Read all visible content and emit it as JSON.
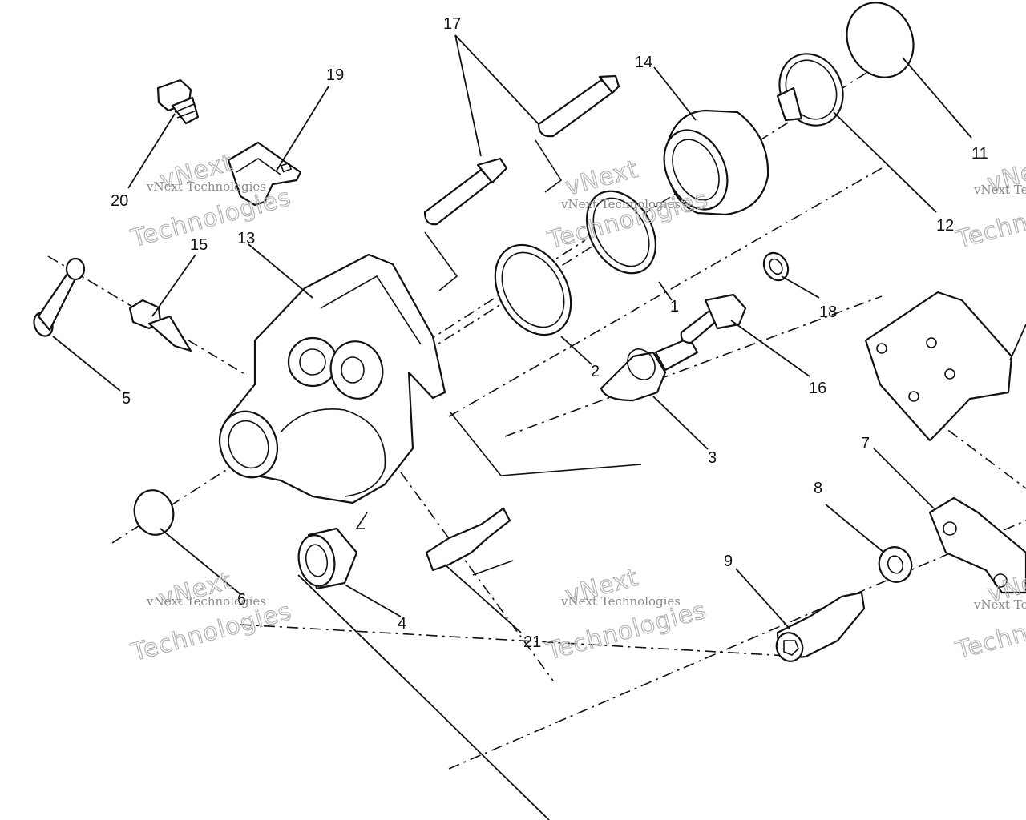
{
  "diagram": {
    "callouts": [
      {
        "id": "c1",
        "text": "1"
      },
      {
        "id": "c2",
        "text": "2"
      },
      {
        "id": "c3",
        "text": "3"
      },
      {
        "id": "c4",
        "text": "4"
      },
      {
        "id": "c5",
        "text": "5"
      },
      {
        "id": "c6",
        "text": "6"
      },
      {
        "id": "c7",
        "text": "7"
      },
      {
        "id": "c8",
        "text": "8"
      },
      {
        "id": "c9",
        "text": "9"
      },
      {
        "id": "c11",
        "text": "11"
      },
      {
        "id": "c12",
        "text": "12"
      },
      {
        "id": "c13",
        "text": "13"
      },
      {
        "id": "c14",
        "text": "14"
      },
      {
        "id": "c15",
        "text": "15"
      },
      {
        "id": "c16",
        "text": "16"
      },
      {
        "id": "c17",
        "text": "17"
      },
      {
        "id": "c18",
        "text": "18"
      },
      {
        "id": "c19",
        "text": "19"
      },
      {
        "id": "c20",
        "text": "20"
      },
      {
        "id": "c21",
        "text": "21"
      }
    ]
  },
  "watermark": {
    "line1": "vNext",
    "line2": "vNext Technologies",
    "line3": "Technologies"
  }
}
